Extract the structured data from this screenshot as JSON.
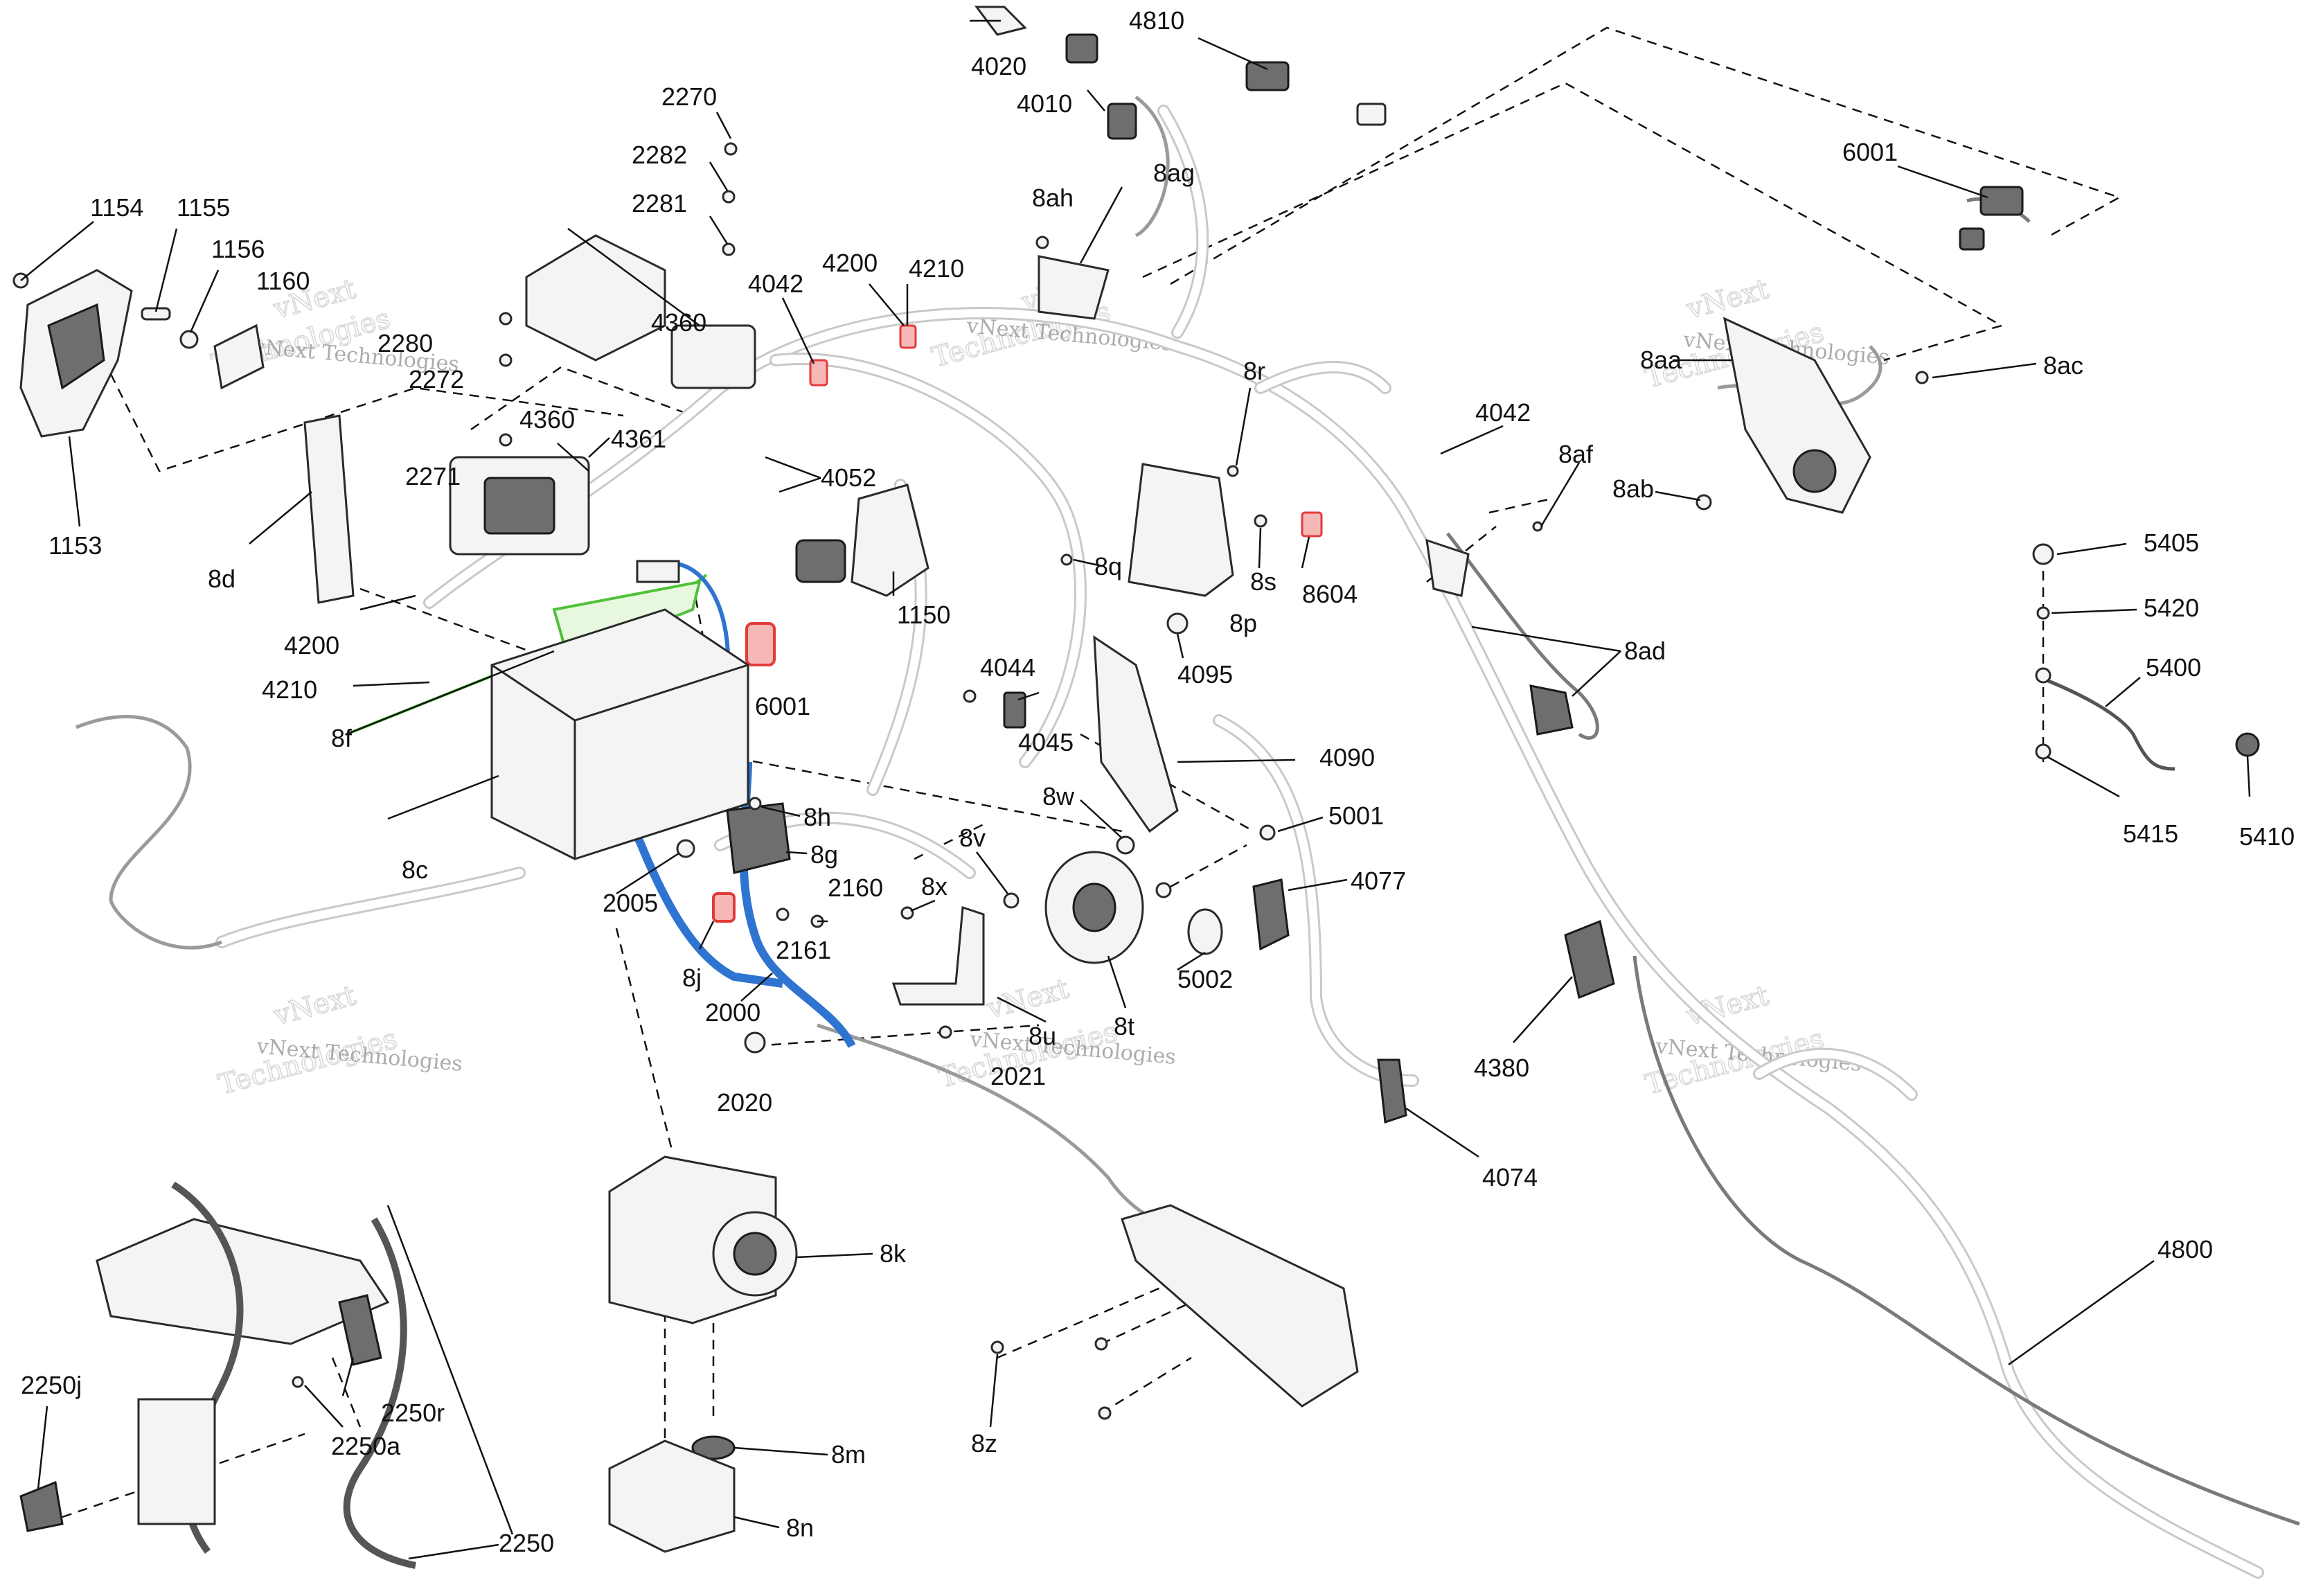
{
  "watermark": {
    "line1": "vNext",
    "line2": "Technologies",
    "caption": "vNext Technologies"
  },
  "colors": {
    "green_cable": "#4fc23a",
    "blue_cable": "#2f74d0",
    "red_part": "#e23b3b"
  },
  "callouts": [
    {
      "id": "1153",
      "label": "1153"
    },
    {
      "id": "1154",
      "label": "1154"
    },
    {
      "id": "1155",
      "label": "1155"
    },
    {
      "id": "1156",
      "label": "1156"
    },
    {
      "id": "1160",
      "label": "1160"
    },
    {
      "id": "2270",
      "label": "2270"
    },
    {
      "id": "2282",
      "label": "2282"
    },
    {
      "id": "2281",
      "label": "2281"
    },
    {
      "id": "2280",
      "label": "2280"
    },
    {
      "id": "2272",
      "label": "2272"
    },
    {
      "id": "2271",
      "label": "2271"
    },
    {
      "id": "4360a",
      "label": "4360"
    },
    {
      "id": "4360b",
      "label": "4360"
    },
    {
      "id": "4361",
      "label": "4361"
    },
    {
      "id": "4042a",
      "label": "4042"
    },
    {
      "id": "4042b",
      "label": "4042"
    },
    {
      "id": "4200a",
      "label": "4200"
    },
    {
      "id": "4200b",
      "label": "4200"
    },
    {
      "id": "4210a",
      "label": "4210"
    },
    {
      "id": "4210b",
      "label": "4210"
    },
    {
      "id": "4052",
      "label": "4052"
    },
    {
      "id": "4020",
      "label": "4020"
    },
    {
      "id": "4010",
      "label": "4010"
    },
    {
      "id": "4810",
      "label": "4810"
    },
    {
      "id": "8ah",
      "label": "8ah"
    },
    {
      "id": "8ag",
      "label": "8ag"
    },
    {
      "id": "6001a",
      "label": "6001"
    },
    {
      "id": "6001b",
      "label": "6001"
    },
    {
      "id": "8aa",
      "label": "8aa"
    },
    {
      "id": "8ac",
      "label": "8ac"
    },
    {
      "id": "8ab",
      "label": "8ab"
    },
    {
      "id": "8af",
      "label": "8af"
    },
    {
      "id": "8ad",
      "label": "8ad"
    },
    {
      "id": "8r",
      "label": "8r"
    },
    {
      "id": "8q",
      "label": "8q"
    },
    {
      "id": "8s",
      "label": "8s"
    },
    {
      "id": "8p",
      "label": "8p"
    },
    {
      "id": "8604",
      "label": "8604"
    },
    {
      "id": "4095",
      "label": "4095"
    },
    {
      "id": "1150",
      "label": "1150"
    },
    {
      "id": "8d",
      "label": "8d"
    },
    {
      "id": "8f",
      "label": "8f"
    },
    {
      "id": "8c",
      "label": "8c"
    },
    {
      "id": "8h",
      "label": "8h"
    },
    {
      "id": "8g",
      "label": "8g"
    },
    {
      "id": "2005",
      "label": "2005"
    },
    {
      "id": "2160",
      "label": "2160"
    },
    {
      "id": "2161",
      "label": "2161"
    },
    {
      "id": "8j",
      "label": "8j"
    },
    {
      "id": "2000",
      "label": "2000"
    },
    {
      "id": "2020",
      "label": "2020"
    },
    {
      "id": "2021",
      "label": "2021"
    },
    {
      "id": "4044",
      "label": "4044"
    },
    {
      "id": "4045",
      "label": "4045"
    },
    {
      "id": "4090",
      "label": "4090"
    },
    {
      "id": "8w",
      "label": "8w"
    },
    {
      "id": "8v",
      "label": "8v"
    },
    {
      "id": "8x",
      "label": "8x"
    },
    {
      "id": "8u",
      "label": "8u"
    },
    {
      "id": "8t",
      "label": "8t"
    },
    {
      "id": "5001",
      "label": "5001"
    },
    {
      "id": "5002",
      "label": "5002"
    },
    {
      "id": "4077",
      "label": "4077"
    },
    {
      "id": "4380",
      "label": "4380"
    },
    {
      "id": "4074",
      "label": "4074"
    },
    {
      "id": "4800",
      "label": "4800"
    },
    {
      "id": "5405",
      "label": "5405"
    },
    {
      "id": "5420",
      "label": "5420"
    },
    {
      "id": "5400",
      "label": "5400"
    },
    {
      "id": "5415",
      "label": "5415"
    },
    {
      "id": "5410",
      "label": "5410"
    },
    {
      "id": "8k",
      "label": "8k"
    },
    {
      "id": "8m",
      "label": "8m"
    },
    {
      "id": "8n",
      "label": "8n"
    },
    {
      "id": "8z",
      "label": "8z"
    },
    {
      "id": "2250j",
      "label": "2250j"
    },
    {
      "id": "2250r",
      "label": "2250r"
    },
    {
      "id": "2250a",
      "label": "2250a"
    },
    {
      "id": "2250",
      "label": "2250"
    }
  ]
}
